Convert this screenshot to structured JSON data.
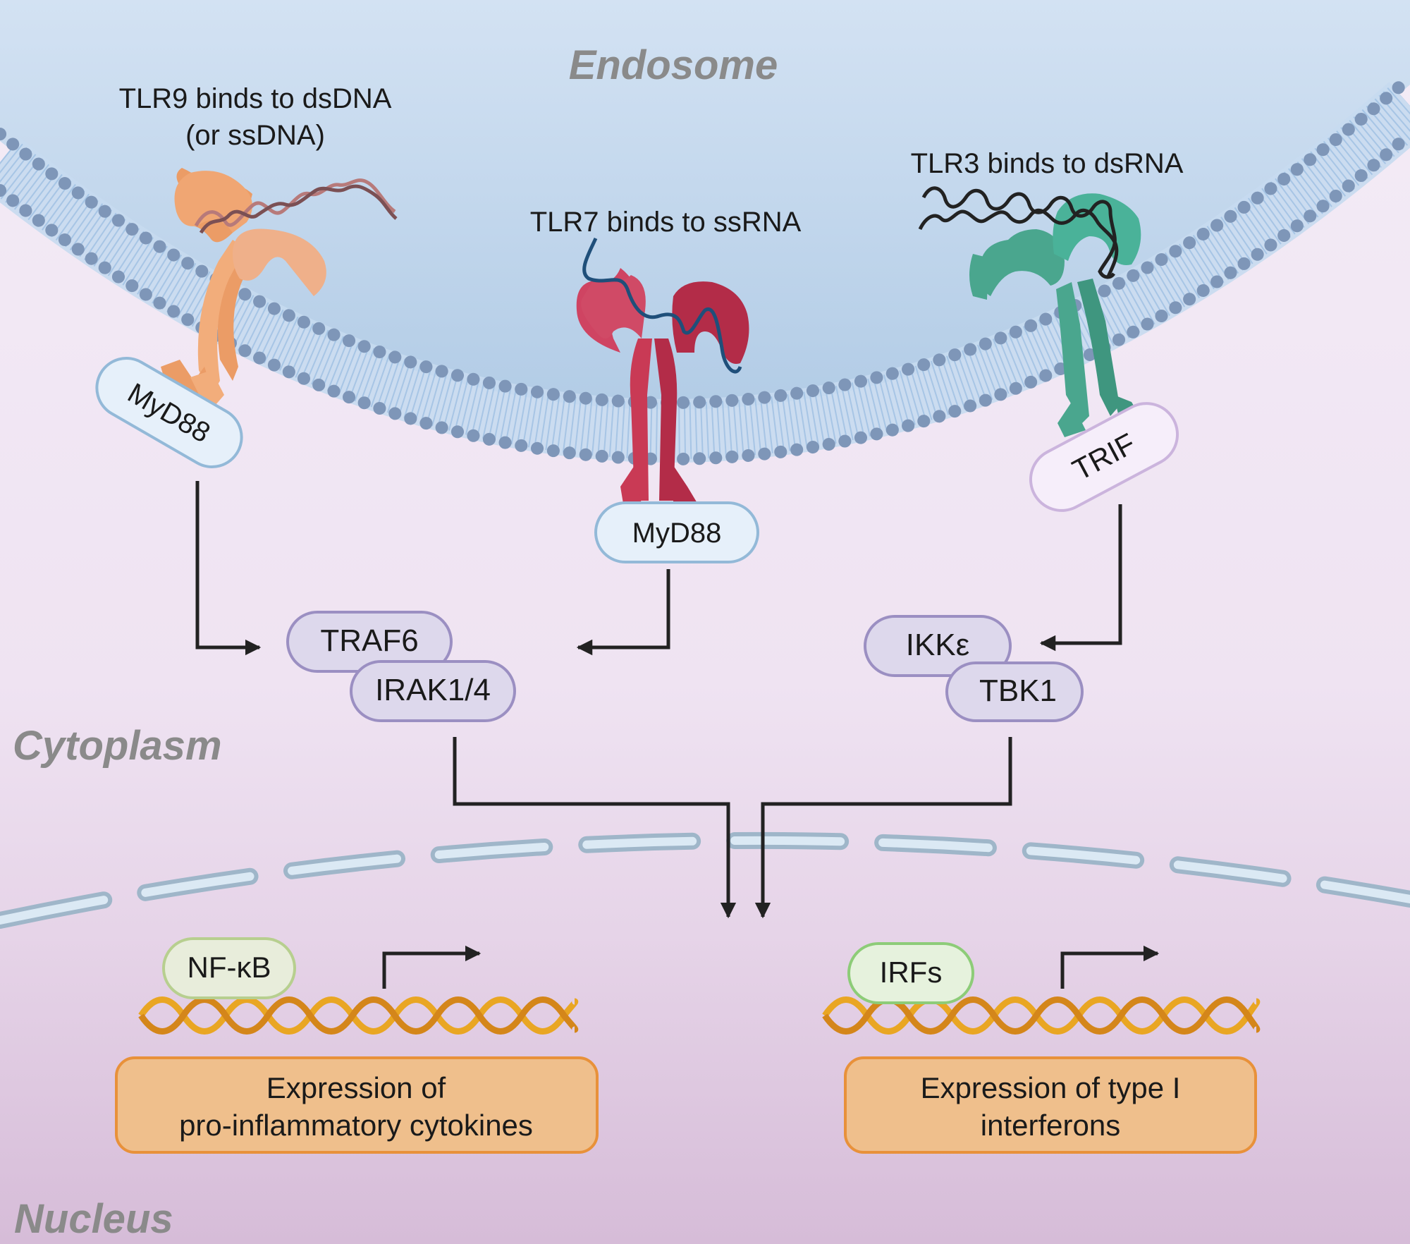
{
  "regions": {
    "endosome": "Endosome",
    "cytoplasm": "Cytoplasm",
    "nucleus": "Nucleus"
  },
  "receptors": {
    "tlr9": {
      "line1": "TLR9 binds to dsDNA",
      "line2": "(or ssDNA)",
      "adaptor": "MyD88",
      "color": "#f0a06a"
    },
    "tlr7": {
      "caption": "TLR7 binds to ssRNA",
      "adaptor": "MyD88",
      "color": "#c93a55"
    },
    "tlr3": {
      "caption": "TLR3 binds to dsRNA",
      "adaptor": "TRIF",
      "color": "#4aa68e"
    }
  },
  "complexes": {
    "traf6": "TRAF6",
    "irak": "IRAK1/4",
    "ikke": "IKKε",
    "tbk1": "TBK1"
  },
  "factors": {
    "nfkb": "NF-κB",
    "irfs": "IRFs"
  },
  "outputs": {
    "left": {
      "line1": "Expression of",
      "line2": "pro-inflammatory cytokines"
    },
    "right": {
      "line1": "Expression of type I",
      "line2": "interferons"
    }
  },
  "colors": {
    "membrane_head": "#7e96b8",
    "endosome_fill": "#bcd4ea",
    "cytoplasm_fill": "#f1e6f4",
    "nucleus_fill": "#dcc6df",
    "adaptor_fill": "#e6f0fa",
    "adaptor_border": "#93b9d8",
    "kinase_fill": "#ddd8ec",
    "kinase_border": "#9b8fc2",
    "trif_fill": "#f6eefa",
    "trif_border": "#cbb4dd",
    "tf_fill": "#e8eddb",
    "tf_border": "#b7cf8f",
    "irf_fill": "#e6f2dd",
    "irf_border": "#8dcc78",
    "output_fill": "#efbf8c",
    "output_border": "#e8913a",
    "dna": "#e9a623"
  }
}
